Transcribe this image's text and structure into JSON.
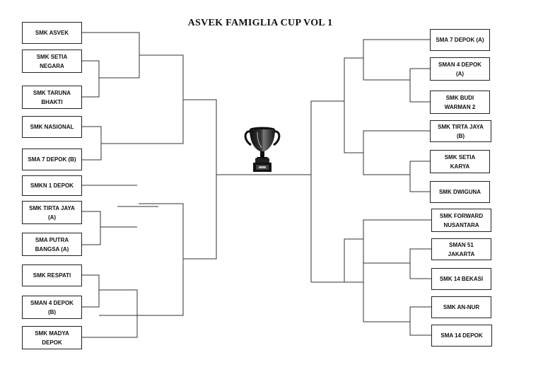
{
  "title": "ASVEK FAMIGLIA CUP VOL 1",
  "left_teams": [
    {
      "line1": "SMK ASVEK",
      "line2": ""
    },
    {
      "line1": "SMK SETIA",
      "line2": "NEGARA"
    },
    {
      "line1": "SMK TARUNA",
      "line2": "BHAKTI"
    },
    {
      "line1": "SMK NASIONAL",
      "line2": ""
    },
    {
      "line1": "SMA 7 DEPOK (B)",
      "line2": ""
    },
    {
      "line1": "SMKN 1 DEPOK",
      "line2": ""
    },
    {
      "line1": "SMK TIRTA JAYA",
      "line2": "(A)"
    },
    {
      "line1": "SMA PUTRA",
      "line2": "BANGSA (A)"
    },
    {
      "line1": "SMK RESPATI",
      "line2": ""
    },
    {
      "line1": "SMAN 4 DEPOK",
      "line2": "(B)"
    },
    {
      "line1": "SMK MADYA",
      "line2": "DEPOK"
    }
  ],
  "right_teams": [
    {
      "line1": "SMA 7 DEPOK (A)",
      "line2": ""
    },
    {
      "line1": "SMAN 4 DEPOK",
      "line2": "(A)"
    },
    {
      "line1": "SMK BUDI",
      "line2": "WARMAN 2"
    },
    {
      "line1": "SMK TIRTA JAYA",
      "line2": "(B)"
    },
    {
      "line1": "SMK SETIA",
      "line2": "KARYA"
    },
    {
      "line1": "SMK DWIGUNA",
      "line2": ""
    },
    {
      "line1": "SMK FORWARD",
      "line2": "NUSANTARA"
    },
    {
      "line1": "SMAN 51",
      "line2": "JAKARTA"
    },
    {
      "line1": "SMK 14 BEKASI",
      "line2": ""
    },
    {
      "line1": "SMK AN-NUR",
      "line2": ""
    },
    {
      "line1": "SMA 14 DEPOK",
      "line2": ""
    }
  ],
  "icons": {
    "trophy": "trophy-icon"
  }
}
